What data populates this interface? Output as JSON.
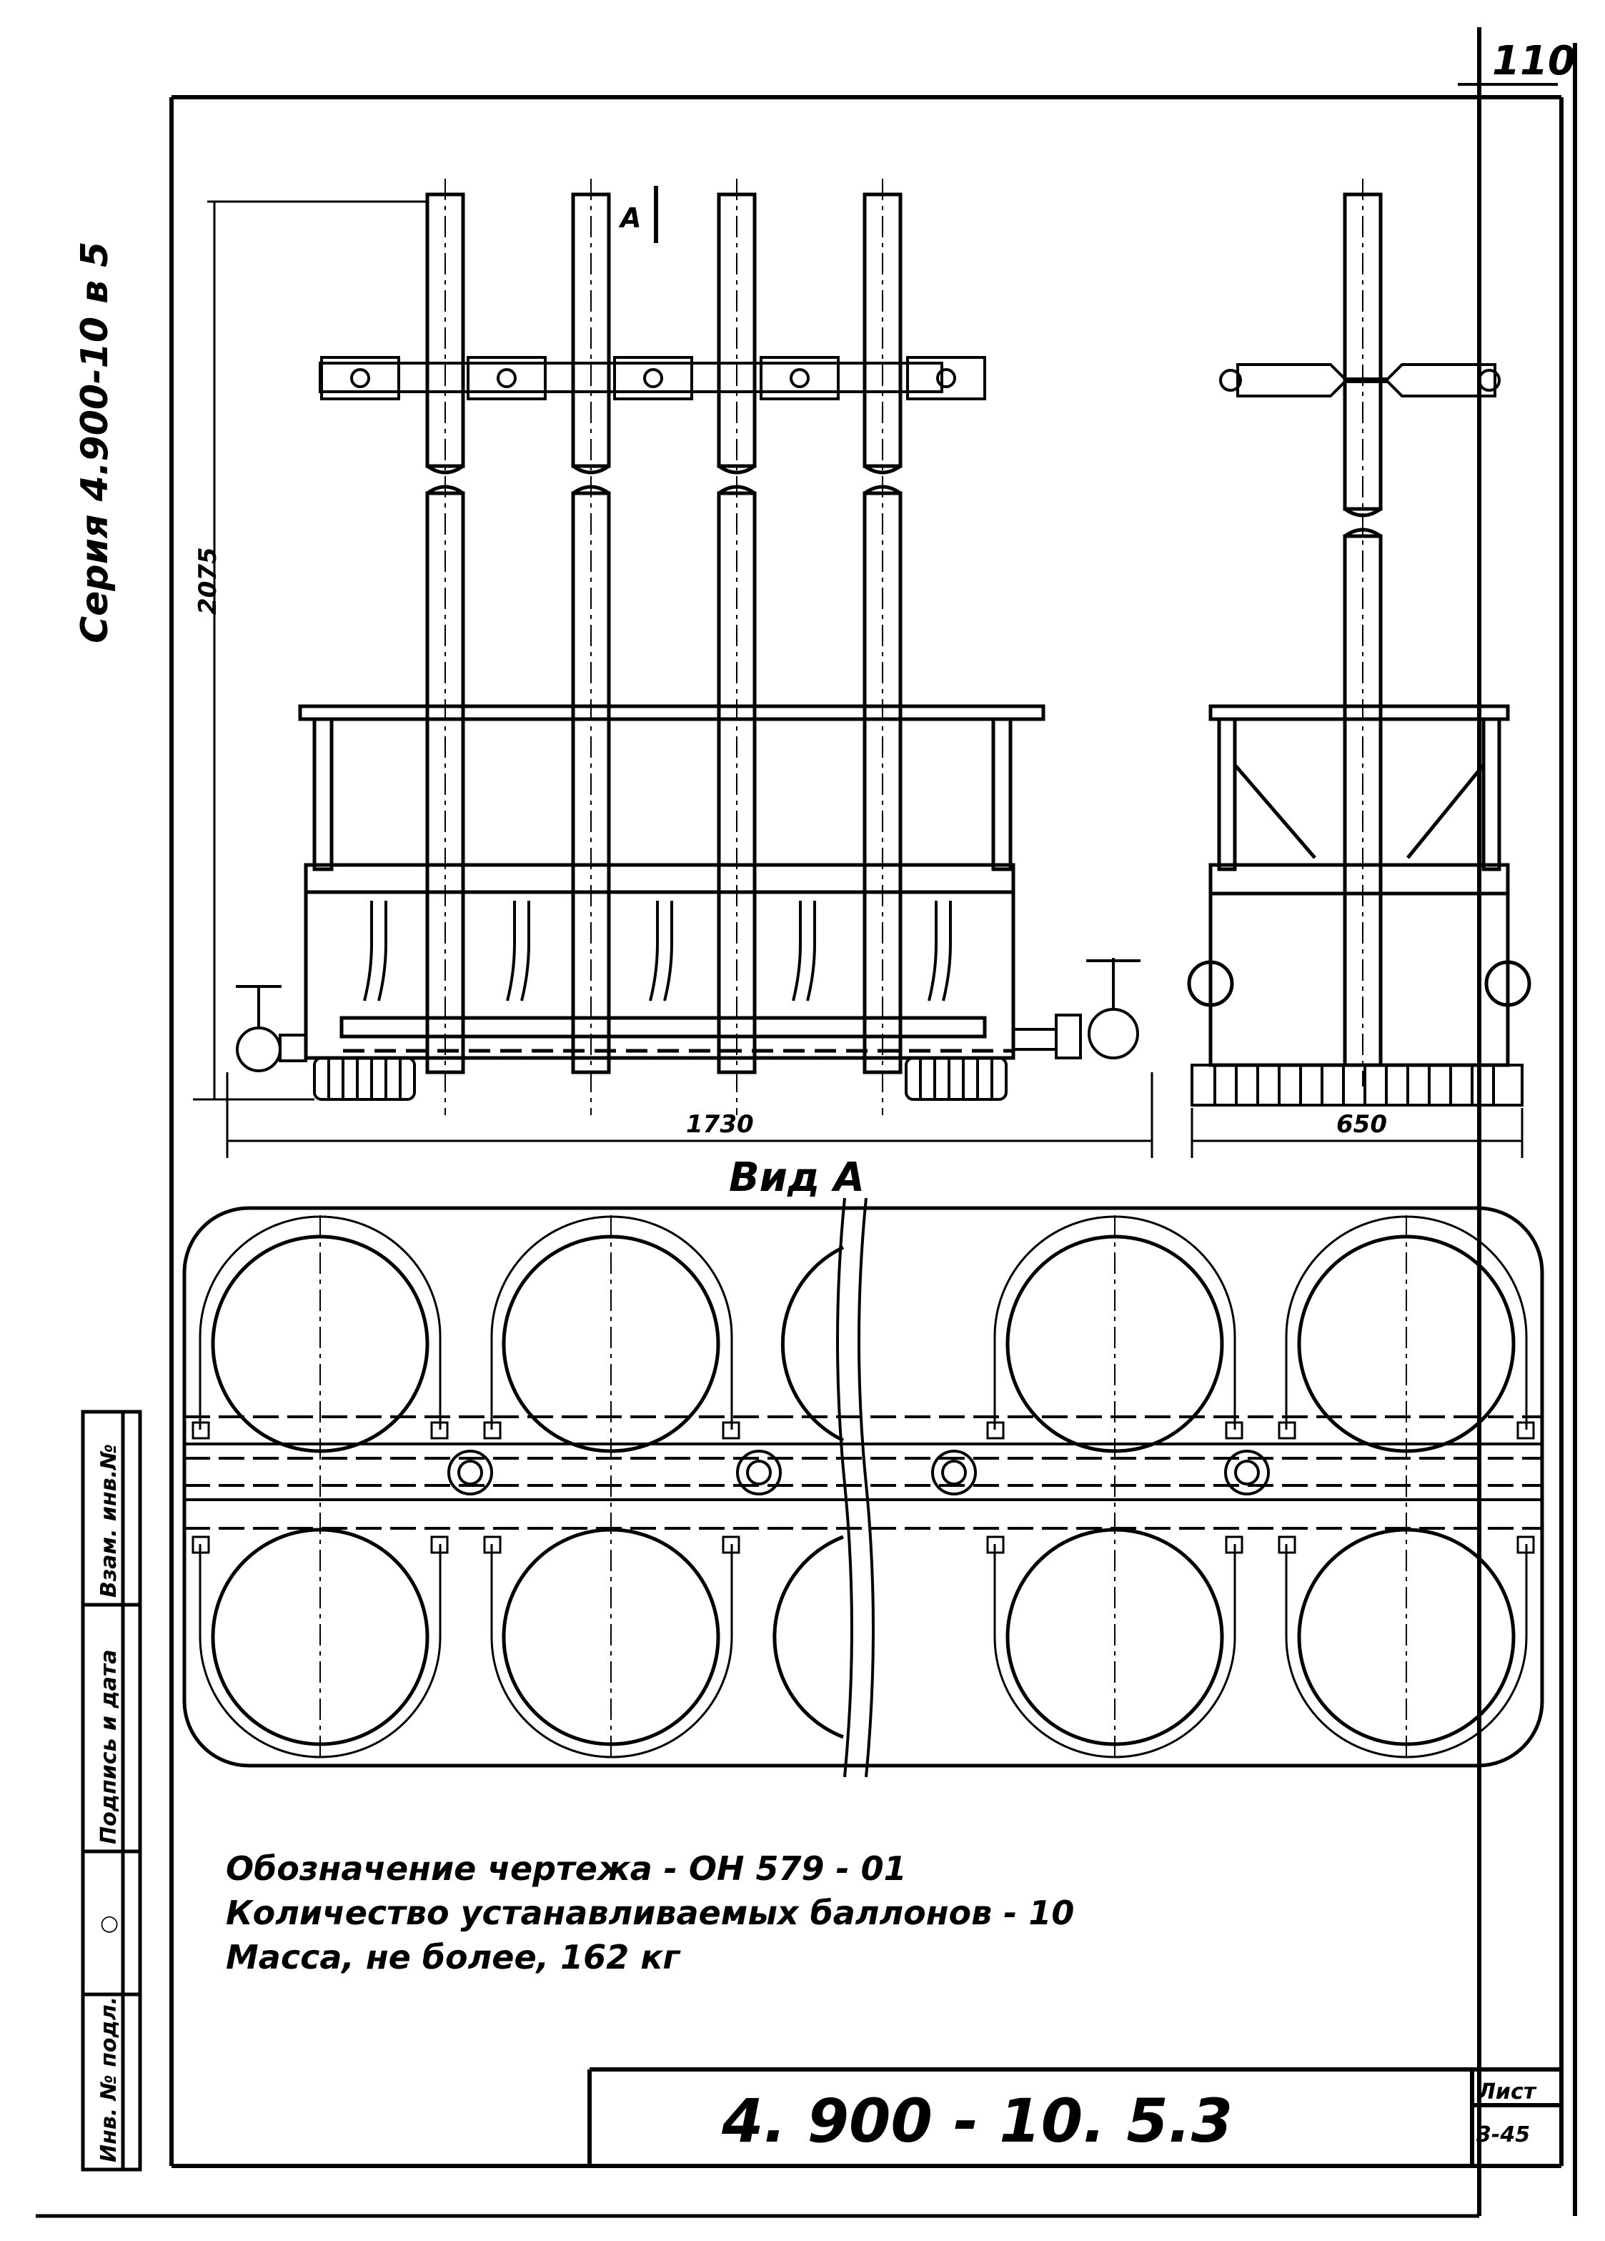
{
  "sheet": {
    "page_number": "110",
    "series_label": "Серия 4.900-10 в 5",
    "stamp_col1": "Инв. № подл.",
    "stamp_col2": "Подпись и дата",
    "stamp_col3": "Взам. инв.№",
    "stamp_mark": "○"
  },
  "drawing": {
    "height_dim": "2075",
    "length_dim": "1730",
    "width_dim": "650",
    "section_mark": "А",
    "view_title": "Вид А"
  },
  "notes": {
    "line1": "Обозначение чертежа  -  ОН 579 - 01",
    "line2": "Количество устанавливаемых баллонов  - 10",
    "line3": "Масса,  не более,   162 кг"
  },
  "title_block": {
    "document_code": "4. 900 -  10. 5.3",
    "sheet_label": "Лист",
    "sheet_number": "3-45"
  },
  "colors": {
    "ink": "#000000",
    "paper": "#ffffff"
  }
}
